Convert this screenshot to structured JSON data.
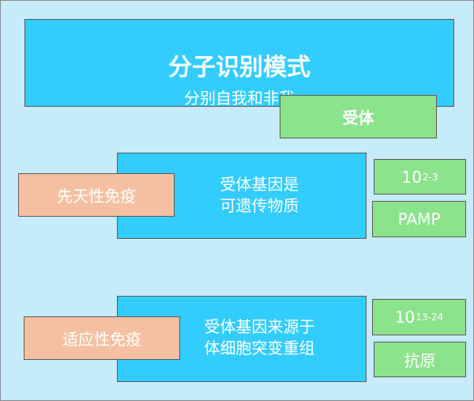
{
  "title": "分子识别模式",
  "subtitle": "分别自我和非我",
  "receptor_label": "受体",
  "innate": {
    "label": "先天性免疫",
    "desc_line1": "受体基因是",
    "desc_line2": "可遗传物质",
    "count_base": "10",
    "count_exp": "2-3",
    "target": "PAMP"
  },
  "adaptive": {
    "label": "适应性免疫",
    "desc_line1": "受体基因来源于",
    "desc_line2": "体细胞突变重组",
    "count_base": "10",
    "count_exp": "13-24",
    "target": "抗原"
  },
  "colors": {
    "background": "#c6ecfb",
    "blue": "#33ccff",
    "green": "#8be38c",
    "peach": "#f5c0a2",
    "text": "#ffffff"
  }
}
